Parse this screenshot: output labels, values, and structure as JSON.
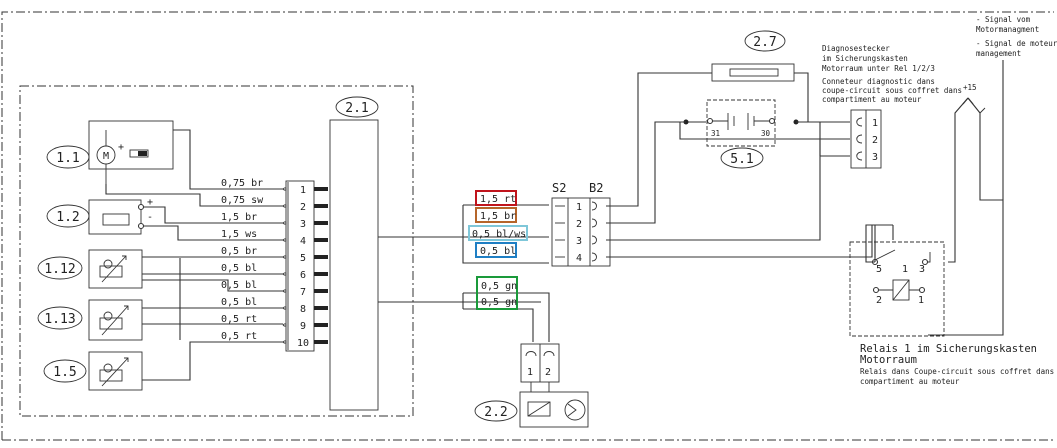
{
  "components": {
    "ref_1_1": "1.1",
    "ref_1_2": "1.2",
    "ref_1_12": "1.12",
    "ref_1_13": "1.13",
    "ref_1_5": "1.5",
    "ref_2_1": "2.1",
    "ref_2_2": "2.2",
    "ref_2_7": "2.7",
    "ref_5_1": "5.1",
    "motor_letter": "M",
    "plus": "+",
    "minus": "-"
  },
  "connector_left": {
    "pins": [
      "1",
      "2",
      "3",
      "4",
      "5",
      "6",
      "7",
      "8",
      "9",
      "10"
    ],
    "wires": [
      "0,75 br",
      "0,75 sw",
      "1,5 br",
      "1,5 ws",
      "0,5 br",
      "0,5 bl",
      "0,5 bl",
      "0,5 bl",
      "0,5 rt",
      "0,5 rt"
    ]
  },
  "connector_s2b2": {
    "label_s2": "S2",
    "label_b2": "B2",
    "pins": [
      "1",
      "2",
      "3",
      "4"
    ],
    "wires": [
      {
        "text": "1,5 rt",
        "color": "#c0141c"
      },
      {
        "text": "1,5 br",
        "color": "#b5652a"
      },
      {
        "text": "0,5 bl/ws",
        "color": "#7fc7d9"
      },
      {
        "text": "0,5 bl",
        "color": "#1f7fc4"
      }
    ]
  },
  "green_wires": {
    "wires": [
      "0,5 gn",
      "0,5 gn"
    ],
    "color": "#1a9a3a",
    "pins": [
      "1",
      "2"
    ]
  },
  "diag_connector": {
    "pins": [
      "1",
      "2",
      "3"
    ],
    "title_de_1": "Diagnosestecker",
    "title_de_2": "im Sicherungskasten",
    "title_de_3": "Motorraum unter Rel 1/2/3",
    "title_fr_1": "Conneteur diagnostic dans",
    "title_fr_2": "coupe-circuit sous coffret dans",
    "title_fr_3": "compartiment au moteur"
  },
  "fuse_block": {
    "pin_31": "31",
    "pin_30": "30"
  },
  "signal": {
    "de_1": "- Signal vom",
    "de_2": "Motormanagment",
    "fr_1": "- Signal de moteur",
    "fr_2": "management",
    "plus15": "+15"
  },
  "relay": {
    "pin_5": "5",
    "pin_1a": "1",
    "pin_3": "3",
    "pin_2": "2",
    "pin_1b": "1",
    "title_de_1": "Relais 1 im Sicherungskasten",
    "title_de_2": "Motorraum",
    "title_fr_1": "Relais dans Coupe-circuit sous coffret dans",
    "title_fr_2": "compartiment au moteur"
  }
}
